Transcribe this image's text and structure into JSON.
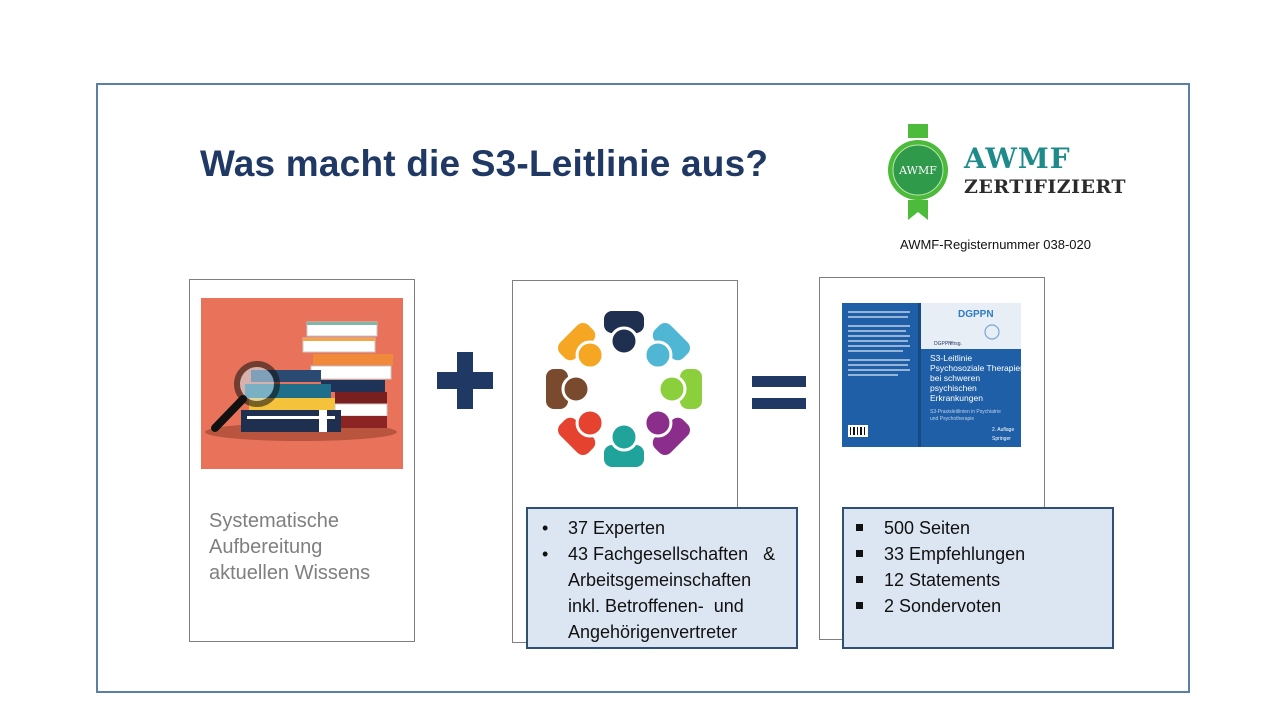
{
  "title": "Was macht die S3-Leitlinie aus?",
  "badge": {
    "seal_text": "AWMF",
    "brand": "AWMF",
    "certified": "ZERTIFIZIERT",
    "register_number": "AWMF-Registernummer 038-020"
  },
  "colors": {
    "title": "#1f3864",
    "frame": "#5b7fa6",
    "info_box_bg": "#dce6f2",
    "info_box_border": "#2f4f74",
    "seal_green": "#4cbb3b",
    "brand_teal": "#1e8a8a"
  },
  "cards": {
    "knowledge": {
      "image": "books-magnifier-illustration",
      "caption_lines": [
        "Systematische",
        "Aufbereitung",
        "aktuellen Wissens"
      ]
    },
    "experts": {
      "image": "people-circle-illustration",
      "bullets": [
        {
          "marker": "•",
          "lines": [
            "37 Experten"
          ]
        },
        {
          "marker": "•",
          "lines": [
            "43 Fachgesellschaften   &",
            "Arbeitsgemeinschaften",
            "inkl. Betroffenen-  und",
            "Angehörigenvertreter"
          ]
        }
      ]
    },
    "book": {
      "image": "guideline-book-cover",
      "cover": {
        "publisher_logo": "DGPPN",
        "author": "DGPPN",
        "author_suffix": "Hrsg.",
        "title_lines": [
          "S3-Leitlinie",
          "Psychosoziale Therapien",
          "bei schweren",
          "psychischen",
          "Erkrankungen"
        ],
        "subtitle_lines": [
          "S3-Praxisleitlinien in Psychiatrie",
          "und Psychotherapie"
        ],
        "edition": "2. Auflage",
        "springer": "Springer"
      },
      "bullets": [
        "500 Seiten",
        "33 Empfehlungen",
        "12 Statements",
        "2 Sondervoten"
      ]
    }
  },
  "operators": {
    "plus": "plus-icon",
    "equals": "equals-icon"
  }
}
